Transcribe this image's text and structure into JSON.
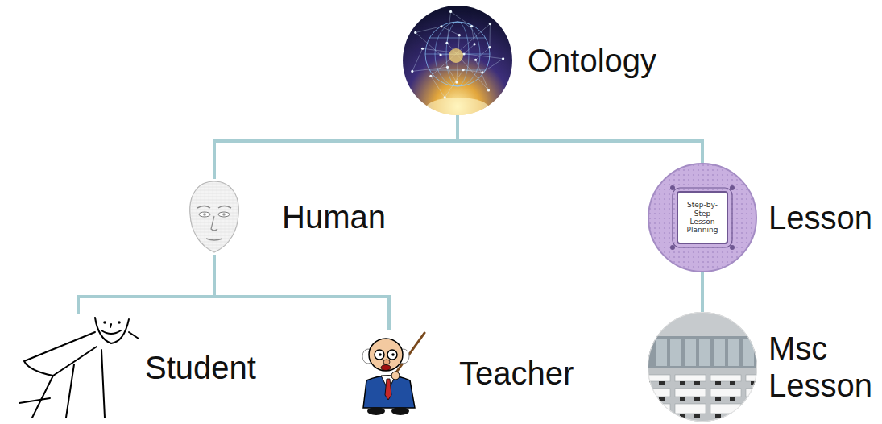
{
  "diagram": {
    "nodes": [
      {
        "text": [
          "Ontology"
        ]
      },
      {
        "text": [
          "Human"
        ]
      },
      {
        "text": [
          "Lesson"
        ]
      },
      {
        "text": [
          "Student"
        ]
      },
      {
        "text": [
          "Teacher"
        ]
      },
      {
        "text": [
          "Msc Lesson"
        ]
      }
    ],
    "edges": [
      {
        "from": 0,
        "to": 1,
        "arrow": "none"
      },
      {
        "from": 0,
        "to": 2,
        "arrow": "none"
      },
      {
        "from": 1,
        "to": 3,
        "arrow": "none"
      },
      {
        "from": 1,
        "to": 4,
        "arrow": "none"
      },
      {
        "from": 2,
        "to": 5,
        "arrow": "none"
      }
    ],
    "labels": [
      "Step-by-Step Lesson Planning"
    ]
  }
}
